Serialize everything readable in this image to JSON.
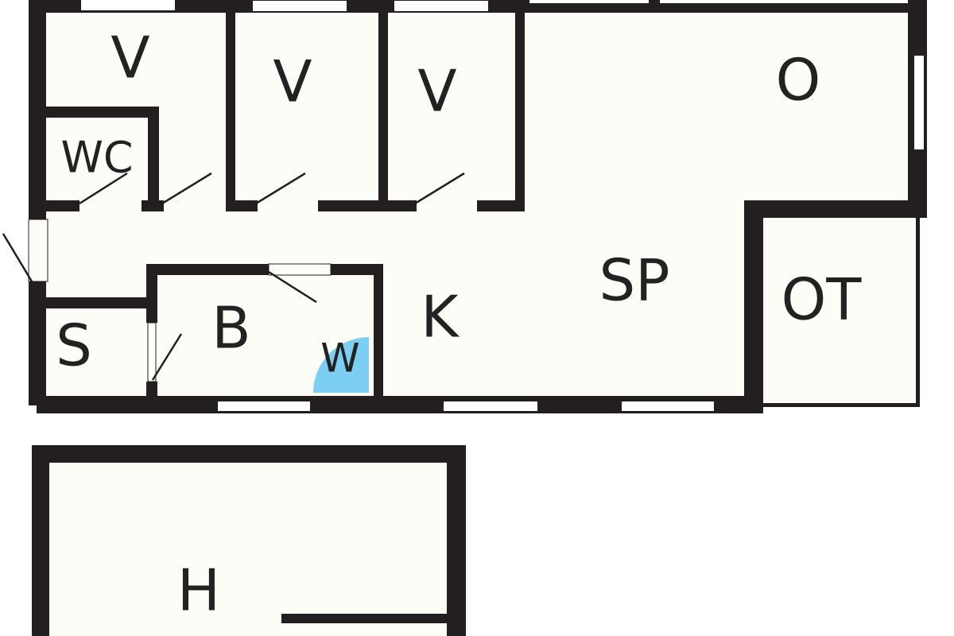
{
  "colors": {
    "wall": "#231f20",
    "floor": "#fdfdf7",
    "window": "#ffffff",
    "shower": "#7ccff3",
    "background": "#ffffff"
  },
  "rooms": {
    "bedroom_1": "V",
    "bedroom_2": "V",
    "bedroom_3": "V",
    "toilet": "WC",
    "living_room": "O",
    "dining_kitchen": "SP",
    "kitchen": "K",
    "living_annex": "OT",
    "storage": "S",
    "bathroom": "B",
    "shower": "W",
    "outbuilding": "H"
  }
}
